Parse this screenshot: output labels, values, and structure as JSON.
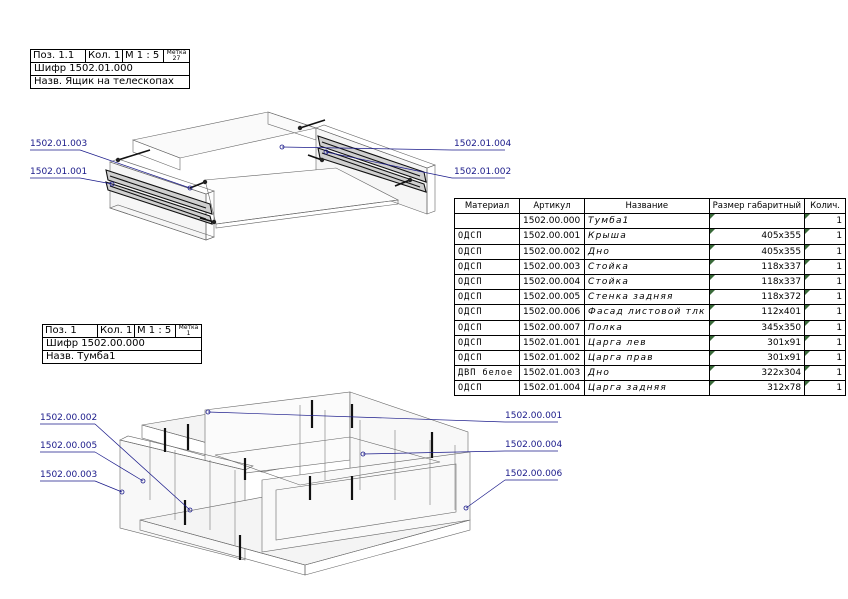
{
  "stamps": [
    {
      "id": "drawer",
      "pos_label": "Поз. 1.1",
      "qty_label": "Кол. 1",
      "scale_label": "М 1 : 5",
      "mark_label": "Метка",
      "mark_value": "27",
      "code": "Шифр 1502.01.000",
      "name": "Назв.  Ящик на телескопах"
    },
    {
      "id": "cabinet",
      "pos_label": "Поз. 1",
      "qty_label": "Кол. 1",
      "scale_label": "М 1 : 5",
      "mark_label": "Метка",
      "mark_value": "1",
      "code": "Шифр 1502.00.000",
      "name": "Назв.  Тумба1"
    }
  ],
  "callouts_top": {
    "c1": "1502.01.003",
    "c2": "1502.01.001",
    "c3": "1502.01.004",
    "c4": "1502.01.002"
  },
  "callouts_bottom": {
    "c1": "1502.00.002",
    "c2": "1502.00.005",
    "c3": "1502.00.003",
    "c4": "1502.00.001",
    "c5": "1502.00.004",
    "c6": "1502.00.006"
  },
  "table": {
    "headers": [
      "Материал",
      "Артикул",
      "Название",
      "Размер габаритный",
      "Колич."
    ],
    "rows": [
      {
        "material": "",
        "article": "1502.00.000",
        "name": "Тумба1",
        "size": "",
        "qty": "1"
      },
      {
        "material": "ОДСП",
        "article": "1502.00.001",
        "name": "Крыша",
        "size": "405x355",
        "qty": "1"
      },
      {
        "material": "ОДСП",
        "article": "1502.00.002",
        "name": "Дно",
        "size": "405x355",
        "qty": "1"
      },
      {
        "material": "ОДСП",
        "article": "1502.00.003",
        "name": "Стойка",
        "size": "118x337",
        "qty": "1"
      },
      {
        "material": "ОДСП",
        "article": "1502.00.004",
        "name": "Стойка",
        "size": "118x337",
        "qty": "1"
      },
      {
        "material": "ОДСП",
        "article": "1502.00.005",
        "name": "Стенка задняя",
        "size": "118x372",
        "qty": "1"
      },
      {
        "material": "ОДСП",
        "article": "1502.00.006",
        "name": "Фасад листовой тлк",
        "size": "112x401",
        "qty": "1"
      },
      {
        "material": "ОДСП",
        "article": "1502.00.007",
        "name": "Полка",
        "size": "345x350",
        "qty": "1"
      },
      {
        "material": "ОДСП",
        "article": "1502.01.001",
        "name": "Царга лев",
        "size": "301x91",
        "qty": "1"
      },
      {
        "material": "ОДСП",
        "article": "1502.01.002",
        "name": "Царга прав",
        "size": "301x91",
        "qty": "1"
      },
      {
        "material": "ДВП белое",
        "article": "1502.01.003",
        "name": "Дно",
        "size": "322x304",
        "qty": "1"
      },
      {
        "material": "ОДСП",
        "article": "1502.01.004",
        "name": "Царга задняя",
        "size": "312x78",
        "qty": "1"
      }
    ]
  }
}
